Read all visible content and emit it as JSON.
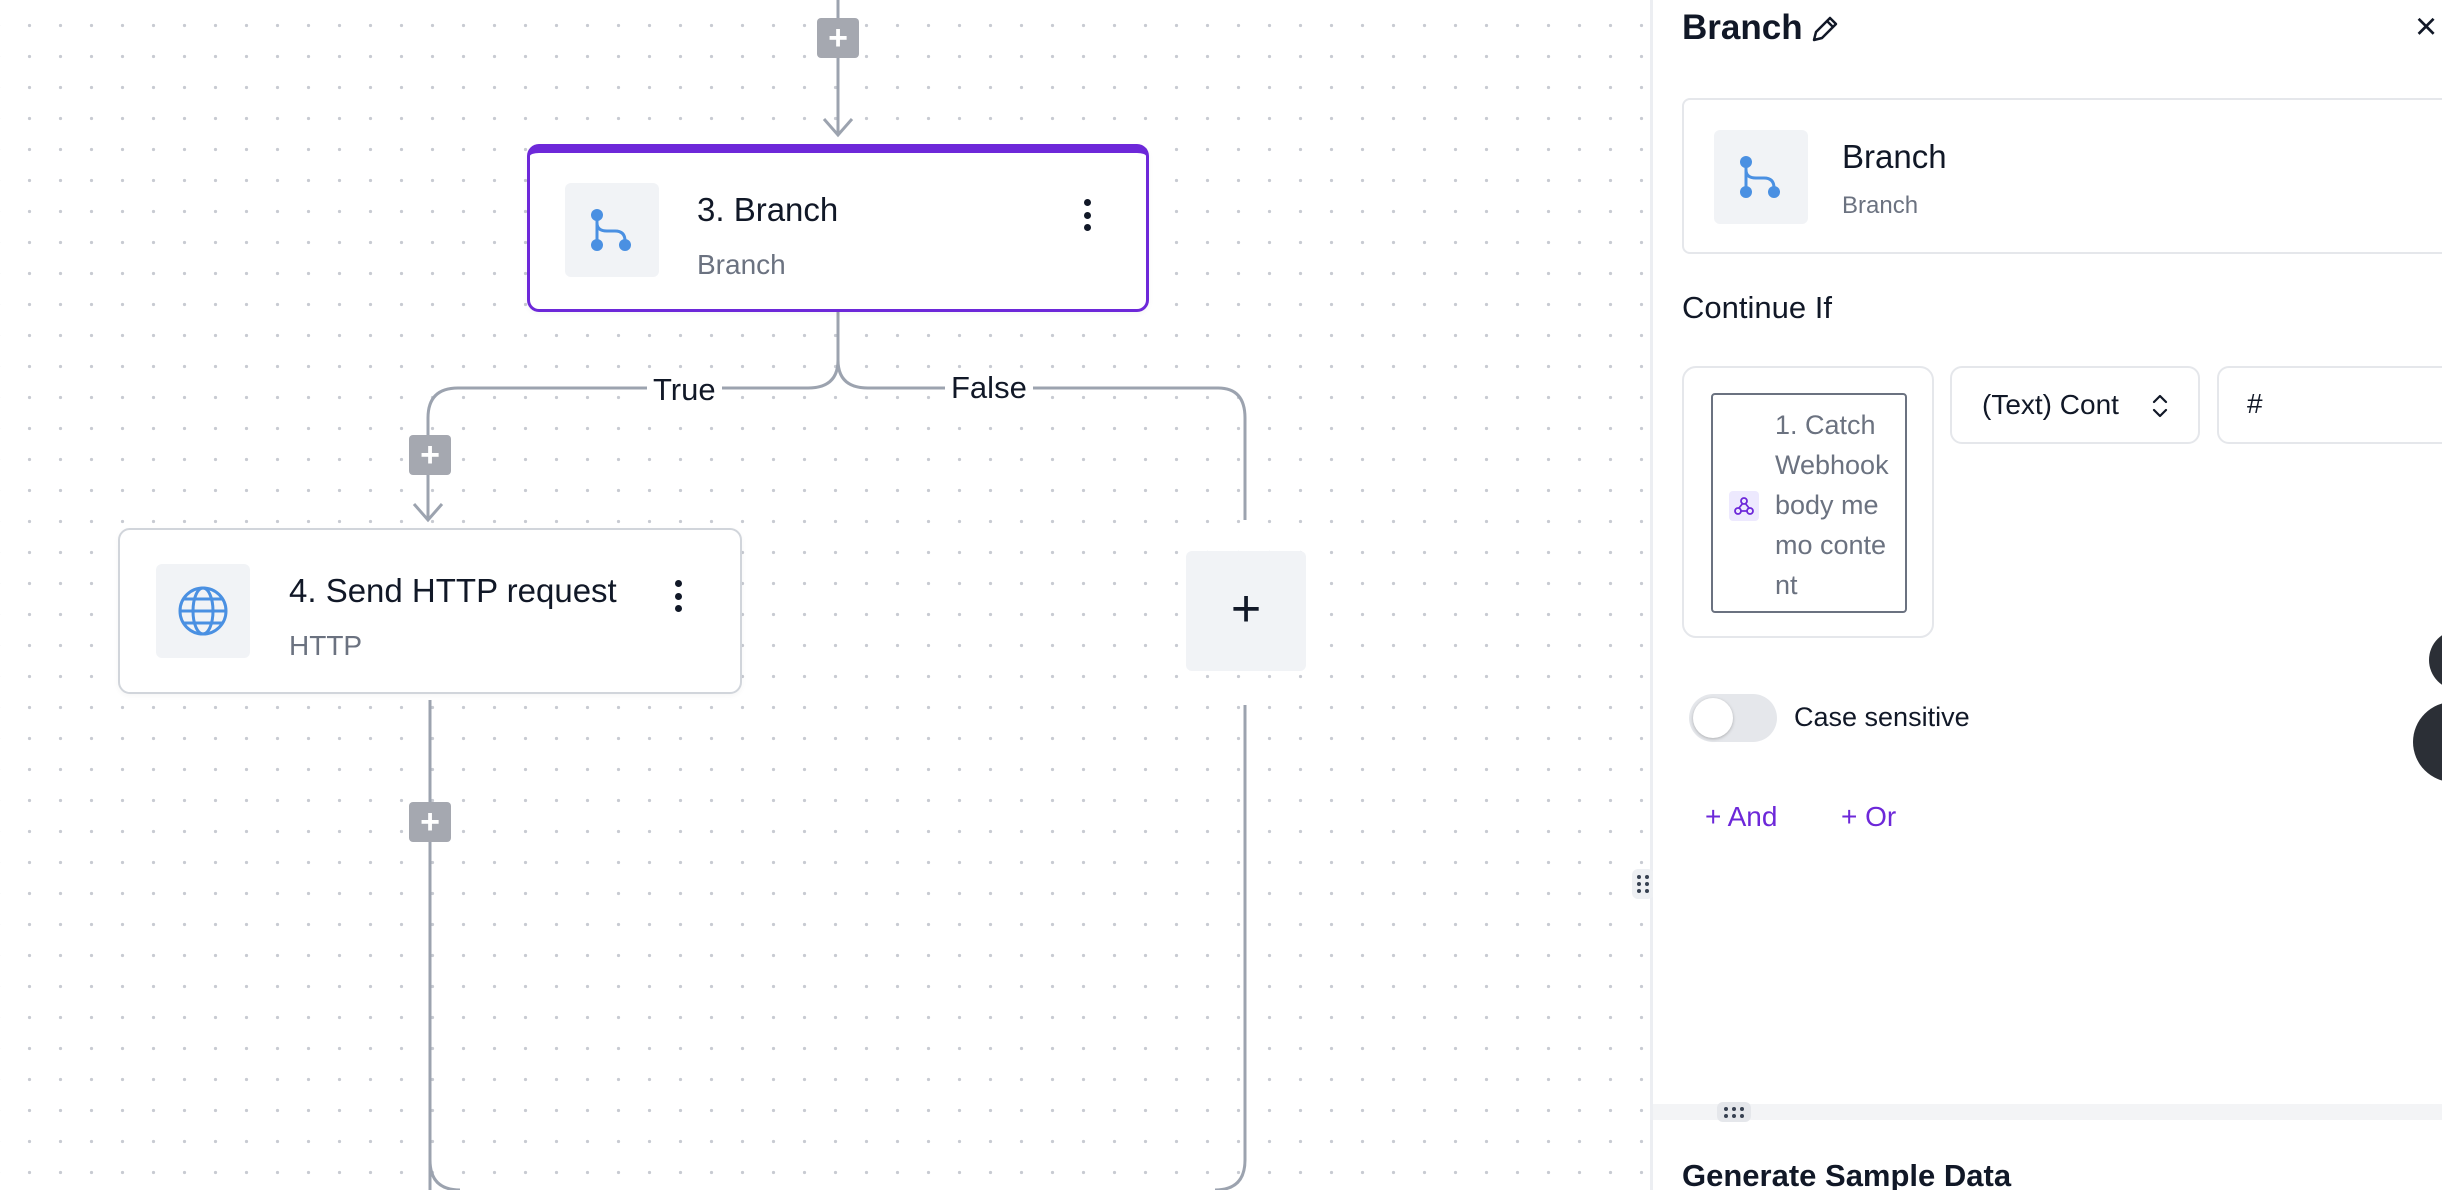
{
  "canvas": {
    "branch_step": {
      "title": "3. Branch",
      "subtitle": "Branch"
    },
    "http_step": {
      "title": "4. Send HTTP request",
      "subtitle": "HTTP"
    },
    "edge_labels": {
      "true_label": "True",
      "false_label": "False"
    },
    "add_symbol": "+"
  },
  "panel": {
    "title": "Branch",
    "close_symbol": "×",
    "piece": {
      "name": "Branch",
      "subtitle": "Branch"
    },
    "continue_if_label": "Continue If",
    "condition": {
      "first_value": "1. Catch Webhook body memo content",
      "operator": "(Text) Cont",
      "second_value": "#"
    },
    "case_sensitive": {
      "label": "Case sensitive",
      "enabled": false
    },
    "add_and_label": "+ And",
    "add_or_label": "+ Or",
    "generate_sample_data_title": "Generate Sample Data"
  },
  "colors": {
    "accent": "#6d28d9",
    "icon_blue": "#4a90e2",
    "edge_gray": "#9ca3af"
  }
}
